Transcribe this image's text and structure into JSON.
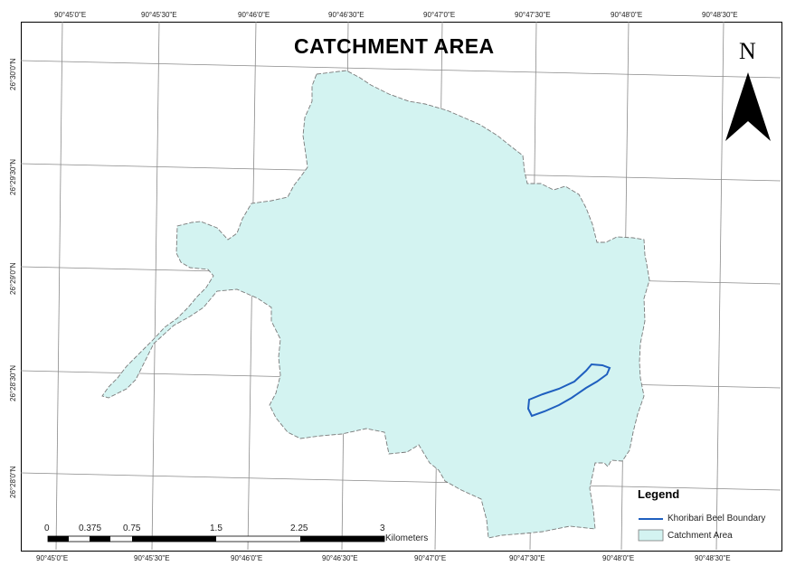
{
  "title": "CATCHMENT AREA",
  "north_arrow": {
    "letter": "N",
    "icon": "north-arrow-icon"
  },
  "graticule": {
    "longitude_labels": [
      "90°45'0\"E",
      "90°45'30\"E",
      "90°46'0\"E",
      "90°46'30\"E",
      "90°47'0\"E",
      "90°47'30\"E",
      "90°48'0\"E",
      "90°48'30\"E"
    ],
    "latitude_labels": [
      "26°30'0\"N",
      "26°29'30\"N",
      "26°29'0\"N",
      "26°28'30\"N",
      "26°28'0\"N"
    ]
  },
  "legend": {
    "title": "Legend",
    "items": [
      {
        "label": "Khoribari Beel Boundary",
        "symbol": "line",
        "color": "#1f5fbf"
      },
      {
        "label": "Catchment Area",
        "symbol": "fill",
        "color": "#d3f3f1"
      }
    ]
  },
  "scale_bar": {
    "labels": [
      "0",
      "0.375",
      "0.75",
      "1.5",
      "2.25",
      "3"
    ],
    "unit": "Kilometers"
  },
  "colors": {
    "catchment_fill": "#d3f3f1",
    "catchment_outline": "#7a7a7a",
    "beel_outline": "#1f5fbf",
    "graticule": "#8a8a8a"
  }
}
